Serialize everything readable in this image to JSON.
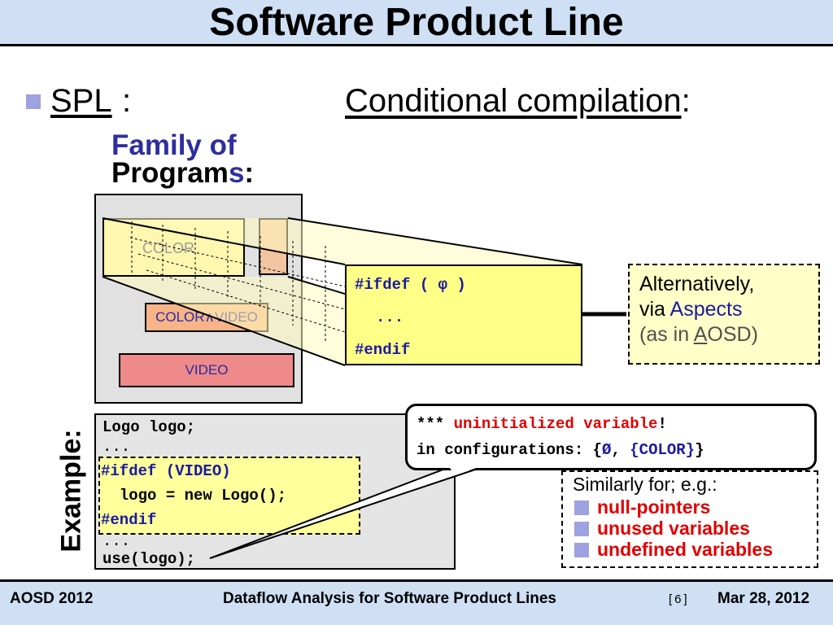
{
  "slide": {
    "title": "Software Product Line",
    "spl_label": "SPL",
    "spl_colon": ":",
    "family_line1": "Family of",
    "family_line2_main": "Program",
    "family_line2_s": "s",
    "family_line2_colon": ":",
    "cc_heading": "Conditional compilation",
    "cc_colon": ":"
  },
  "variants": {
    "color": "COLOR",
    "color_video": "COLOR∧VIDEO",
    "video": "VIDEO"
  },
  "ifdef_box": {
    "line1": "#ifdef ( φ )",
    "line2": "...",
    "line3": "#endif"
  },
  "alternative": {
    "line1": "Alternatively,",
    "line2_prefix": "via ",
    "line2_link": "Aspects",
    "line3_open": "(as in ",
    "line3_a": "A",
    "line3_rest": "OSD)"
  },
  "example": {
    "label": "Example:",
    "code": [
      "Logo logo;",
      "...",
      "#ifdef (VIDEO)",
      "  logo = new Logo();",
      "#endif",
      "...",
      "use(logo);"
    ]
  },
  "callout": {
    "stars": "*** ",
    "warning": "uninitialized variable",
    "bang": "!",
    "line2_prefix": "in configurations: {",
    "empty_set": "Ø",
    "comma": ", ",
    "color_set": "{COLOR}",
    "close": "}"
  },
  "similarly": {
    "title": "Similarly for; e.g.:",
    "items": [
      "null-pointers",
      "unused variables",
      "undefined variables"
    ]
  },
  "footer": {
    "left": "AOSD 2012",
    "center": "Dataflow Analysis for Software Product Lines",
    "page": "[6]",
    "date": "Mar 28, 2012"
  },
  "colors": {
    "title_bg": "#cfe0f5",
    "accent_blue": "#1a1aa0",
    "warning_red": "#e00000",
    "highlight_yellow": "#ffff88"
  }
}
